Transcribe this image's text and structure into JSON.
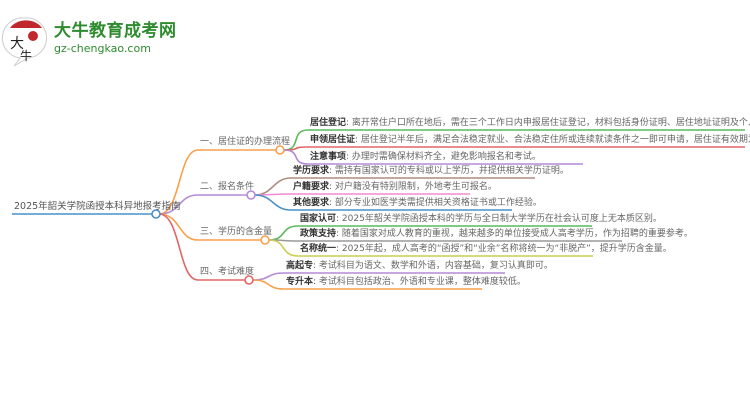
{
  "logo": {
    "name": "大牛教育成考网",
    "url": "gz-chengkao.com",
    "mark": "大牛"
  },
  "root": {
    "label": "2025年韶关学院函授本科异地报考指南",
    "color": "#4a90c8"
  },
  "branches": [
    {
      "label": "一、居住证的办理流程",
      "color": "#f7a04b",
      "leaves": [
        {
          "title": "居住登记",
          "text": ": 离开常住户口所在地后，需在三个工作日内申报居住证登记，材料包括身份证明、居住地址证明及个人照片。",
          "color": "#5cb85c"
        },
        {
          "title": "申领居住证",
          "text": ": 居住登记半年后，满足合法稳定就业、合法稳定住所或连续就读条件之一即可申请，居住证有效期为一年。",
          "color": "#e06666"
        },
        {
          "title": "注意事项",
          "text": ": 办理时需确保材料齐全，避免影响报名和考试。",
          "color": "#b48ad6"
        }
      ]
    },
    {
      "label": "二、报名条件",
      "color": "#b48ad6",
      "leaves": [
        {
          "title": "学历要求",
          "text": ": 需持有国家认可的专科或以上学历，并提供相关学历证明。",
          "color": "#b08b80"
        },
        {
          "title": "户籍要求",
          "text": ": 对户籍没有特别限制，外地考生可报名。",
          "color": "#f08ccf"
        },
        {
          "title": "其他要求",
          "text": ": 部分专业如医学类需提供相关资格证书或工作经验。",
          "color": "#4a90c8"
        }
      ]
    },
    {
      "label": "三、学历的含金量",
      "color": "#f7a04b",
      "leaves": [
        {
          "title": "国家认可",
          "text": ": 2025年韶关学院函授本科的学历与全日制大学学历在社会认可度上无本质区别。",
          "color": "#5cb85c"
        },
        {
          "title": "政策支持",
          "text": ": 随着国家对成人教育的重视，越来越多的单位接受成人高考学历，作为招聘的重要参考。",
          "color": "#999999"
        },
        {
          "title": "名称统一",
          "text": ": 2025年起，成人高考的“函授”和“业余”名称将统一为“非脱产”，提升学历含金量。",
          "color": "#cccc55"
        }
      ]
    },
    {
      "label": "四、考试难度",
      "color": "#e06666",
      "leaves": [
        {
          "title": "高起专",
          "text": ": 考试科目为语文、数学和外语，内容基础，复习认真即可。",
          "color": "#b48ad6"
        },
        {
          "title": "专升本",
          "text": ": 考试科目包括政治、外语和专业课，整体难度较低。",
          "color": "#f7a04b"
        }
      ]
    }
  ]
}
